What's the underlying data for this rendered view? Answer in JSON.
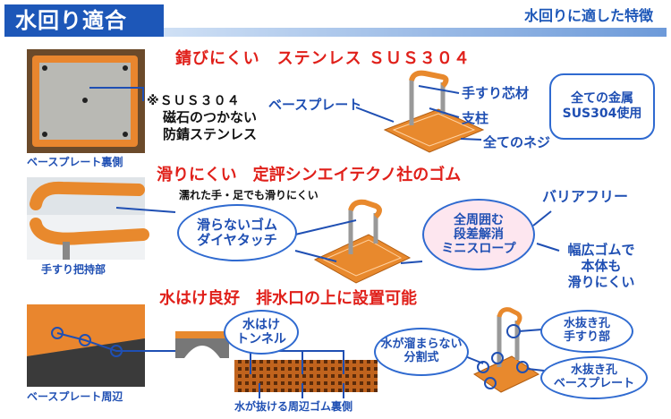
{
  "header": {
    "title": "水回り適合",
    "subtitle": "水回りに適した特徴"
  },
  "section1": {
    "heading": "錆びにくい　ステンレス ＳＵＳ３０４",
    "photo_caption": "ベースプレート裏側",
    "material_code": "※ＳＵＳ３０４",
    "material_line1": "磁石のつかない",
    "material_line2": "防錆ステンレス",
    "label_base_plate": "ベースプレート",
    "label_handrail_core": "手すり芯材",
    "label_post": "支柱",
    "label_screws": "全てのネジ",
    "metal_box_line1": "全ての金属",
    "metal_box_line2": "SUS304使用"
  },
  "section2": {
    "heading": "滑りにくい　定評シンエイテクノ社のゴム",
    "sub": "濡れた手・足でも滑りにくい",
    "photo_caption": "手すり把持部",
    "bubble1_line1": "滑らないゴム",
    "bubble1_line2": "ダイヤタッチ",
    "bubble2_line1": "全周囲む",
    "bubble2_line2": "段差解消",
    "bubble2_line3": "ミニスロープ",
    "barrier_free": "バリアフリー",
    "wide_rubber_line1": "幅広ゴムで",
    "wide_rubber_line2": "本体も",
    "wide_rubber_line3": "滑りにくい"
  },
  "section3": {
    "heading": "水はけ良好　排水口の上に設置可能",
    "photo_caption": "ベースプレート周辺",
    "tunnel_line1": "水はけ",
    "tunnel_line2": "トンネル",
    "no_pool_line1": "水が溜まらない",
    "no_pool_line2": "分割式",
    "rubber_caption": "水が抜ける周辺ゴム裏側",
    "drain_handrail_line1": "水抜き孔",
    "drain_handrail_line2": "手すり部",
    "drain_base_line1": "水抜き孔",
    "drain_base_line2": "ベースプレート"
  },
  "colors": {
    "title_bg": "#1d57b8",
    "heading_red": "#e0201a",
    "label_blue": "#1f4fb3",
    "orange": "#e8892d"
  }
}
